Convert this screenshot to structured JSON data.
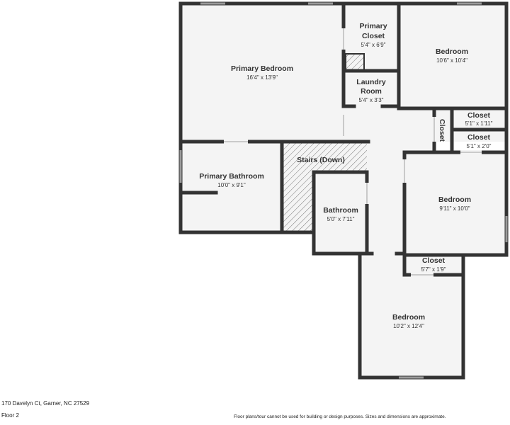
{
  "rooms": {
    "primary_bedroom": {
      "name": "Primary Bedroom",
      "dims": "16'4\" x 13'9\""
    },
    "primary_closet": {
      "name_line1": "Primary",
      "name_line2": "Closet",
      "dims": "5'4\" x 6'9\""
    },
    "bedroom_ne": {
      "name": "Bedroom",
      "dims": "10'6\" x 10'4\""
    },
    "laundry": {
      "name_line1": "Laundry",
      "name_line2": "Room",
      "dims": "5'4\" x 3'3\""
    },
    "closet_a": {
      "name": "Closet",
      "dims": "5'1\" x 1'11\""
    },
    "closet_b": {
      "name": "Closet",
      "dims": "5'1\" x 2'0\""
    },
    "closet_v": {
      "name": "Closet"
    },
    "primary_bathroom": {
      "name": "Primary Bathroom",
      "dims": "10'0\" x 9'1\""
    },
    "stairs": {
      "name": "Stairs (Down)"
    },
    "bathroom": {
      "name": "Bathroom",
      "dims": "5'0\" x 7'11\""
    },
    "bedroom_e": {
      "name": "Bedroom",
      "dims": "9'11\" x 10'0\""
    },
    "closet_c": {
      "name": "Closet",
      "dims": "5'7\" x 1'9\""
    },
    "bedroom_s": {
      "name": "Bedroom",
      "dims": "10'2\" x 12'4\""
    }
  },
  "footer": {
    "address": "170 Davelyn Ct, Garner, NC 27529",
    "floor": "Floor 2",
    "disclaimer": "Floor plans/tour cannot be used for building or design purposes. Sizes and dimensions are approximate."
  },
  "colors": {
    "wall": "#333333",
    "floor": "#f4f4f4",
    "window": "#9a9a9a"
  }
}
